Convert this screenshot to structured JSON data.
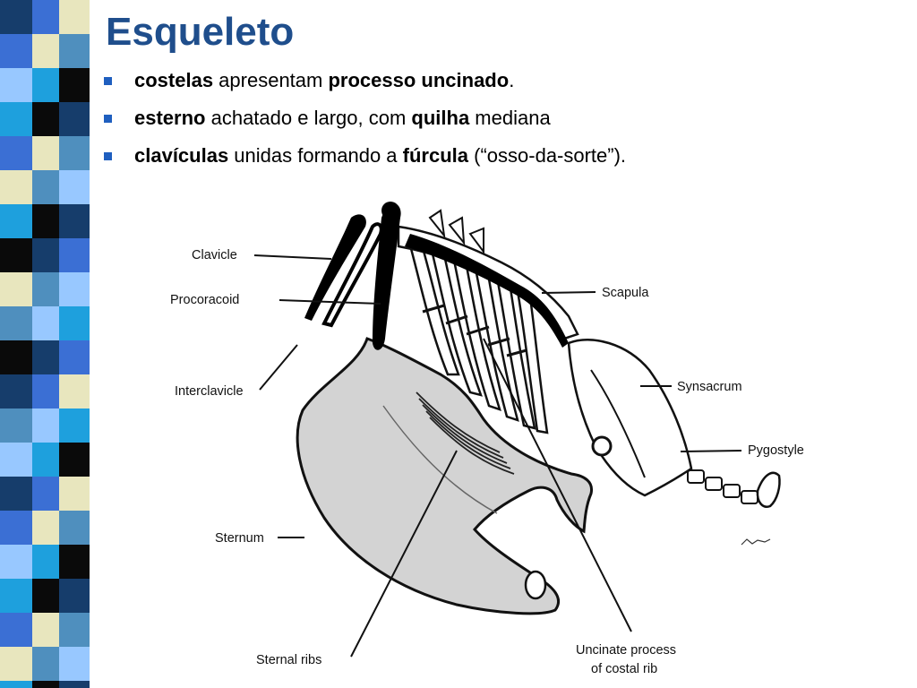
{
  "slide": {
    "title": "Esqueleto",
    "bullets": [
      {
        "parts": [
          {
            "text": "costelas",
            "bold": true
          },
          {
            "text": " apresentam ",
            "bold": false
          },
          {
            "text": "processo uncinado",
            "bold": true
          },
          {
            "text": ".",
            "bold": false
          }
        ]
      },
      {
        "parts": [
          {
            "text": "esterno",
            "bold": true
          },
          {
            "text": " achatado e largo, com ",
            "bold": false
          },
          {
            "text": "quilha",
            "bold": true
          },
          {
            "text": " mediana",
            "bold": false
          }
        ]
      },
      {
        "parts": [
          {
            "text": "clavículas",
            "bold": true
          },
          {
            "text": " unidas formando a ",
            "bold": false
          },
          {
            "text": "fúrcula",
            "bold": true
          },
          {
            "text": " (“osso-da-sorte”).",
            "bold": false
          }
        ]
      }
    ]
  },
  "figure": {
    "labels": {
      "clavicle": "Clavicle",
      "procoracoid": "Procoracoid",
      "interclavicle": "Interclavicle",
      "sternum": "Sternum",
      "sternal_ribs": "Sternal ribs",
      "scapula": "Scapula",
      "synsacrum": "Synsacrum",
      "pygostyle": "Pygostyle",
      "uncinate_line1": "Uncinate process",
      "uncinate_line2": "of costal rib"
    }
  },
  "colors": {
    "title": "#1f4e8c",
    "bullet_marker": "#1f5fbf",
    "stripe_palette": [
      "#163d6b",
      "#4f8fbe",
      "#0a0a0a",
      "#e8e6be",
      "#1ea0dd",
      "#3b6fd4",
      "#98c8ff"
    ]
  }
}
